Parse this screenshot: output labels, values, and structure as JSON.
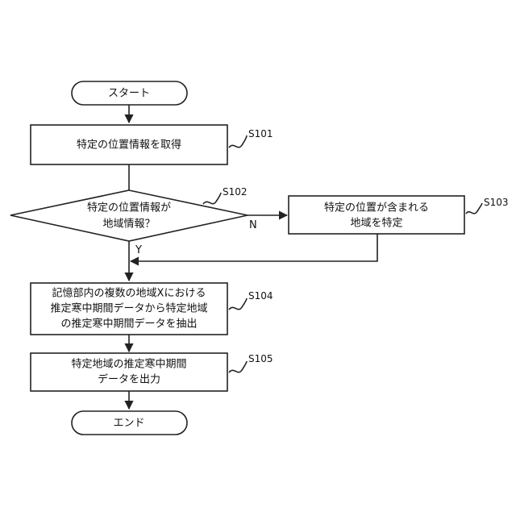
{
  "flowchart": {
    "start": "スタート",
    "end": "エンド",
    "s101": {
      "id": "S101",
      "text": [
        "特定の位置情報を取得"
      ]
    },
    "s102": {
      "id": "S102",
      "text": [
        "特定の位置情報が",
        "地域情報？"
      ]
    },
    "s103": {
      "id": "S103",
      "text": [
        "特定の位置が含まれる",
        "地域を特定"
      ]
    },
    "s104": {
      "id": "S104",
      "text": [
        "記憶部内の複数の地域Xにおける",
        "推定寒中期間データから特定地域",
        "の推定寒中期間データを抽出"
      ]
    },
    "s105": {
      "id": "S105",
      "text": [
        "特定地域の推定寒中期間",
        "データを出力"
      ]
    },
    "branch_yes": "Y",
    "branch_no": "N"
  }
}
